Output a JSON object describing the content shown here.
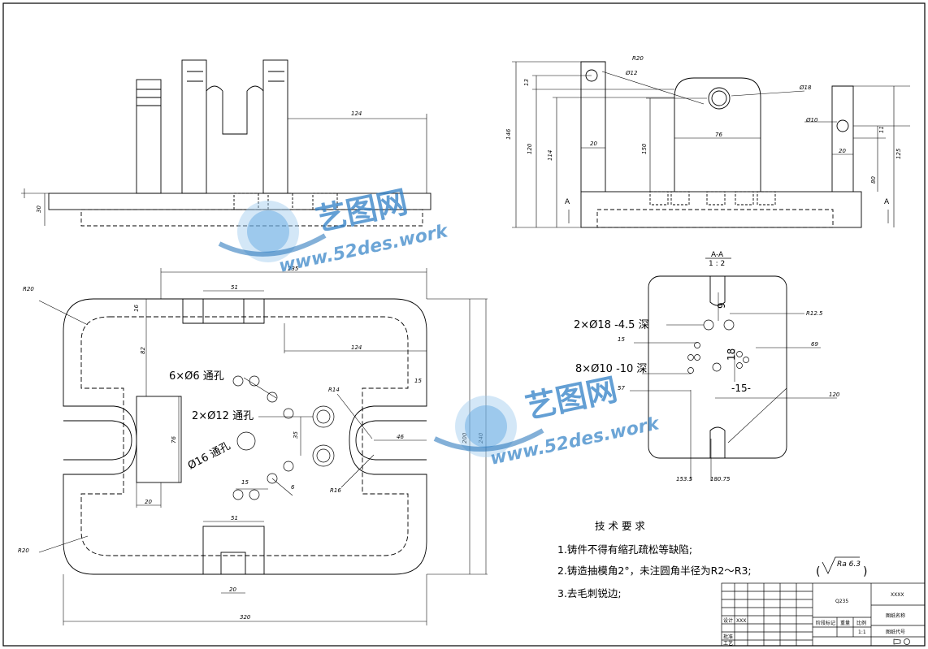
{
  "drawing": {
    "top_view_dims": {
      "d124": "124",
      "d30": "30"
    },
    "front_view_dims": {
      "r20": "R20",
      "phi12": "Ø12",
      "phi18": "Ø18",
      "phi10": "Ø10",
      "d13": "13",
      "d20a": "20",
      "d20b": "20",
      "d76": "76",
      "d11": "11",
      "d146": "146",
      "d120": "120",
      "d114": "114",
      "d150": "150",
      "d125": "125",
      "d80": "80",
      "sec_a_left": "A",
      "sec_a_right": "A"
    },
    "plan_dims": {
      "d235": "235",
      "d51top": "51",
      "d16": "16",
      "d82": "82",
      "d124": "124",
      "d15": "15",
      "r20tl": "R20",
      "r14": "R14",
      "d35": "35",
      "d46": "46",
      "d76": "76",
      "d200": "200",
      "d240": "240",
      "d20l": "20",
      "d15b": "15",
      "d6": "6",
      "r16": "R16",
      "d51bot": "51",
      "d20bot": "20",
      "d320": "320",
      "r20bl": "R20"
    },
    "plan_notes": {
      "holes6": "6×Ø6 通孔",
      "holes12": "2×Ø12 通孔",
      "holes16": "Ø16 通孔"
    },
    "section": {
      "title": "A-A",
      "scale": "1 : 2",
      "note18": "2×Ø18 -4.5 深",
      "note10": "8×Ø10 -10 深",
      "d15": "15",
      "d57": "57",
      "dR125": "R12.5",
      "d69": "69",
      "d120": "120",
      "d153": "153.5",
      "d180": "180.75",
      "d15b": "-15-",
      "d18": "18",
      "d9": "9"
    },
    "tech_req": {
      "title": "技 术 要 求",
      "items": [
        "1.铸件不得有缩孔疏松等缺陷;",
        "2.铸造抽模角2°，未注圆角半径为R2～R3;",
        "3.去毛刺锐边;"
      ],
      "roughness": "Ra 6.3"
    },
    "title_block": {
      "material": "Q235",
      "xxxx": "XXXX",
      "drawing_name": "图纸名称",
      "drawing_code": "图纸代号",
      "scale": "1:1",
      "weight": "重量",
      "ratio": "比例",
      "stage": "阶段标记",
      "design": "设计",
      "process": "工艺",
      "approve": "批准",
      "author": "XXX"
    },
    "watermarks": [
      {
        "cn": "艺图网",
        "en": "www.52des.work"
      },
      {
        "cn": "艺图网",
        "en": "www.52des.work"
      }
    ]
  }
}
